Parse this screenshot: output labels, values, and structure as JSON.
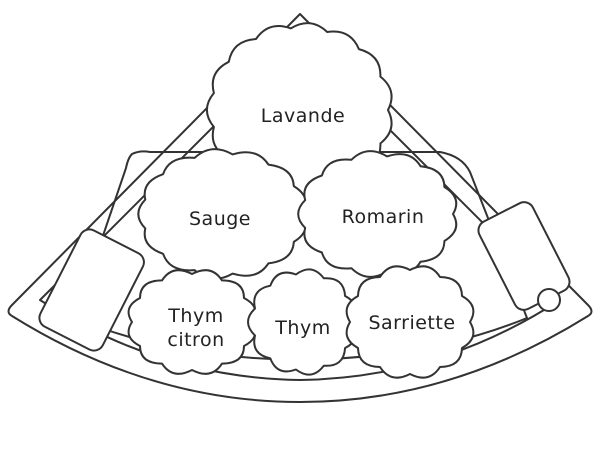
{
  "diagram": {
    "plants": [
      {
        "id": "lavande",
        "lines": [
          "Lavande"
        ]
      },
      {
        "id": "sauge",
        "lines": [
          "Sauge"
        ]
      },
      {
        "id": "romarin",
        "lines": [
          "Romarin"
        ]
      },
      {
        "id": "thym-citron",
        "lines": [
          "Thym",
          "citron"
        ]
      },
      {
        "id": "thym",
        "lines": [
          "Thym"
        ]
      },
      {
        "id": "sarriette",
        "lines": [
          "Sarriette"
        ]
      }
    ]
  }
}
